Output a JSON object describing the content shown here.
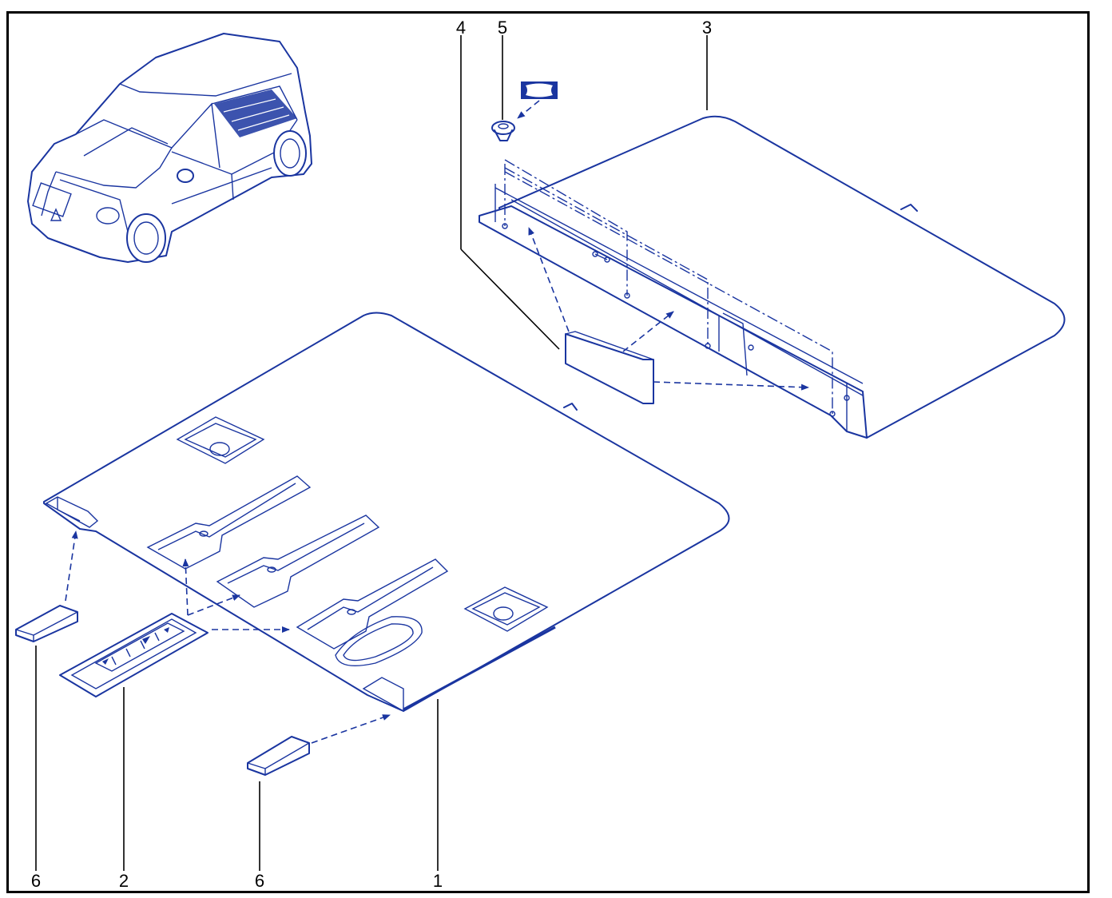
{
  "diagram": {
    "callouts": [
      {
        "id": "label-4",
        "text": "4"
      },
      {
        "id": "label-5",
        "text": "5"
      },
      {
        "id": "label-3",
        "text": "3"
      },
      {
        "id": "label-6a",
        "text": "6"
      },
      {
        "id": "label-2",
        "text": "2"
      },
      {
        "id": "label-6b",
        "text": "6"
      },
      {
        "id": "label-1",
        "text": "1"
      }
    ],
    "colors": {
      "line": "#1a35a0",
      "text": "#000000",
      "frame": "#000000"
    },
    "icons": [
      "vehicle-overview-icon",
      "clip-symbol-icon"
    ]
  }
}
